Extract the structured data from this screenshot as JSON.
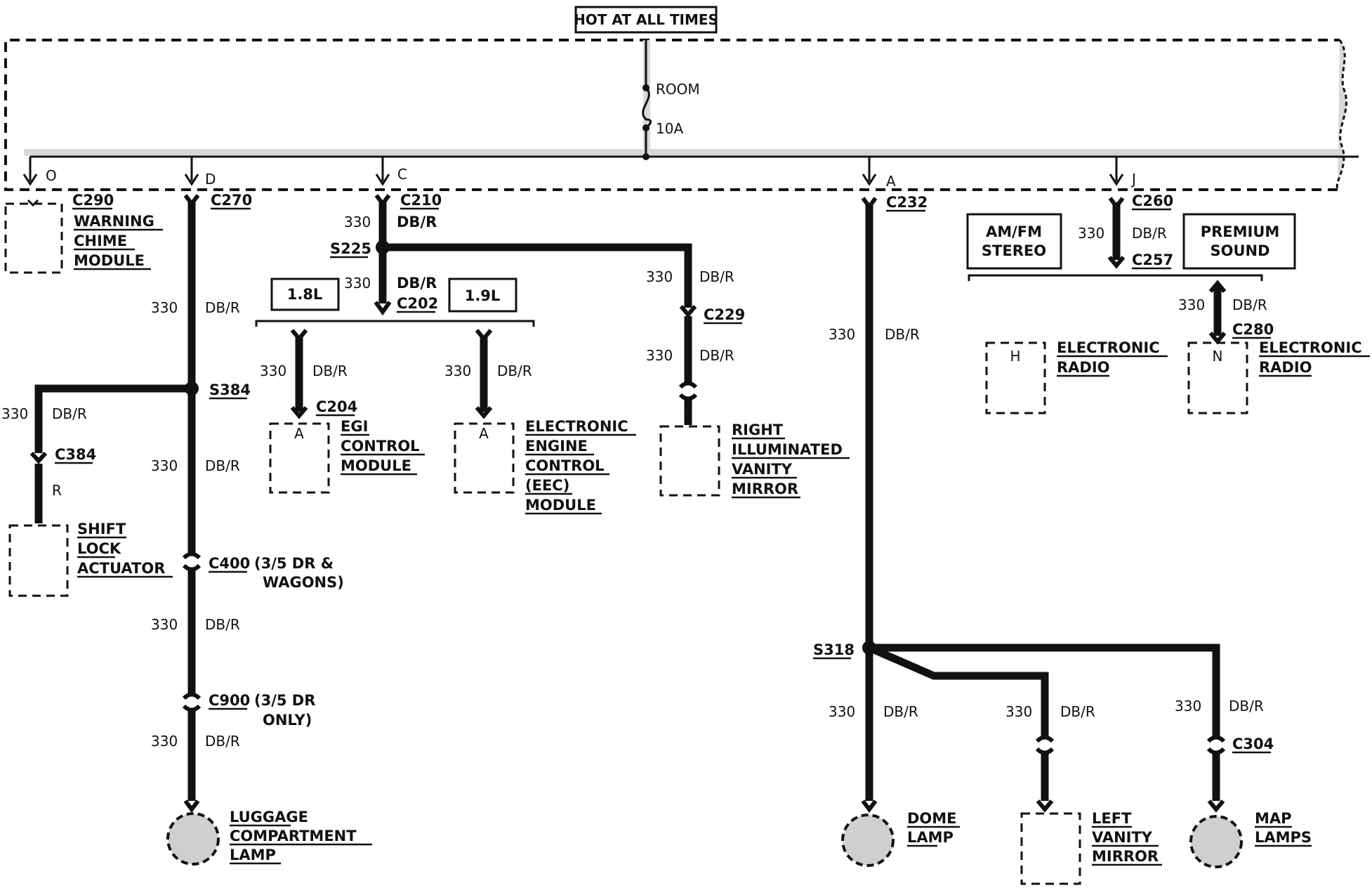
{
  "header": {
    "label": "HOT AT ALL TIMES"
  },
  "fuse": {
    "name": "ROOM",
    "rating": "10A"
  },
  "pins": {
    "o": "O",
    "d": "D",
    "c": "C",
    "a": "A",
    "j": "J",
    "h": "H",
    "n": "N",
    "a_egi": "A",
    "a_eec": "A"
  },
  "circuit": {
    "num": "330",
    "color": "DB/R",
    "r": "R"
  },
  "connectors": {
    "c290": "C290",
    "c270": "C270",
    "c210": "C210",
    "c202": "C202",
    "c204": "C204",
    "c229": "C229",
    "c232": "C232",
    "c260": "C260",
    "c257": "C257",
    "c280": "C280",
    "c384": "C384",
    "c400": "C400",
    "c900": "C900",
    "c304": "C304"
  },
  "splices": {
    "s225": "S225",
    "s384": "S384",
    "s318": "S318"
  },
  "notes": {
    "c400_l1": "(3/5 DR &",
    "c400_l2": "WAGONS)",
    "c900_l1": "(3/5 DR",
    "c900_l2": "ONLY)"
  },
  "options": {
    "l18": "1.8L",
    "l19": "1.9L",
    "amfm_l1": "AM/FM",
    "amfm_l2": "STEREO",
    "prem_l1": "PREMIUM",
    "prem_l2": "SOUND"
  },
  "components": {
    "chime": [
      "WARNING",
      "CHIME",
      "MODULE"
    ],
    "egi": [
      "EGI",
      "CONTROL",
      "MODULE"
    ],
    "eec": [
      "ELECTRONIC",
      "ENGINE",
      "CONTROL",
      "(EEC)",
      "MODULE"
    ],
    "mirror_r": [
      "RIGHT",
      "ILLUMINATED",
      "VANITY",
      "MIRROR"
    ],
    "radio_h": [
      "ELECTRONIC",
      "RADIO"
    ],
    "radio_n": [
      "ELECTRONIC",
      "RADIO"
    ],
    "shift": [
      "SHIFT",
      "LOCK",
      "ACTUATOR"
    ],
    "luggage": [
      "LUGGAGE",
      "COMPARTMENT",
      "LAMP"
    ],
    "dome": [
      "DOME",
      "LAMP"
    ],
    "mirror_l": [
      "LEFT",
      "VANITY",
      "MIRROR"
    ],
    "map": [
      "MAP",
      "LAMPS"
    ]
  }
}
